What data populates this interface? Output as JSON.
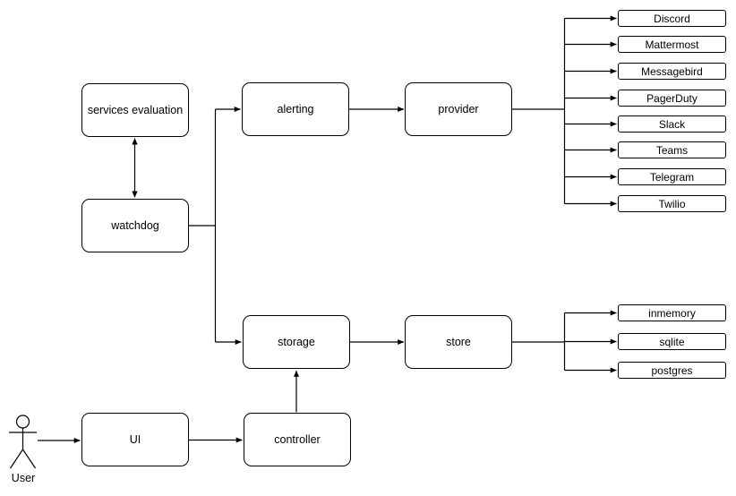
{
  "diagram": {
    "colors": {
      "background": "#ffffff",
      "stroke": "#000000",
      "text": "#000000"
    },
    "nodes": {
      "services_evaluation": {
        "label": "services evaluation"
      },
      "watchdog": {
        "label": "watchdog"
      },
      "alerting": {
        "label": "alerting"
      },
      "provider": {
        "label": "provider"
      },
      "storage": {
        "label": "storage"
      },
      "store": {
        "label": "store"
      },
      "ui": {
        "label": "UI"
      },
      "controller": {
        "label": "controller"
      }
    },
    "providers": [
      "Discord",
      "Mattermost",
      "Messagebird",
      "PagerDuty",
      "Slack",
      "Teams",
      "Telegram",
      "Twilio"
    ],
    "stores": [
      "inmemory",
      "sqlite",
      "postgres"
    ],
    "actor": {
      "label": "User"
    },
    "edges": [
      {
        "from": "services_evaluation",
        "to": "watchdog",
        "type": "bidirectional"
      },
      {
        "from": "watchdog",
        "to": "alerting",
        "type": "arrow"
      },
      {
        "from": "watchdog",
        "to": "storage",
        "type": "arrow"
      },
      {
        "from": "alerting",
        "to": "provider",
        "type": "arrow"
      },
      {
        "from": "provider",
        "to": "Discord",
        "type": "arrow"
      },
      {
        "from": "provider",
        "to": "Mattermost",
        "type": "arrow"
      },
      {
        "from": "provider",
        "to": "Messagebird",
        "type": "arrow"
      },
      {
        "from": "provider",
        "to": "PagerDuty",
        "type": "arrow"
      },
      {
        "from": "provider",
        "to": "Slack",
        "type": "arrow"
      },
      {
        "from": "provider",
        "to": "Teams",
        "type": "arrow"
      },
      {
        "from": "provider",
        "to": "Telegram",
        "type": "arrow"
      },
      {
        "from": "provider",
        "to": "Twilio",
        "type": "arrow"
      },
      {
        "from": "storage",
        "to": "store",
        "type": "arrow"
      },
      {
        "from": "store",
        "to": "inmemory",
        "type": "arrow"
      },
      {
        "from": "store",
        "to": "sqlite",
        "type": "arrow"
      },
      {
        "from": "store",
        "to": "postgres",
        "type": "arrow"
      },
      {
        "from": "User",
        "to": "ui",
        "type": "arrow"
      },
      {
        "from": "ui",
        "to": "controller",
        "type": "arrow"
      },
      {
        "from": "controller",
        "to": "storage",
        "type": "arrow"
      }
    ]
  }
}
